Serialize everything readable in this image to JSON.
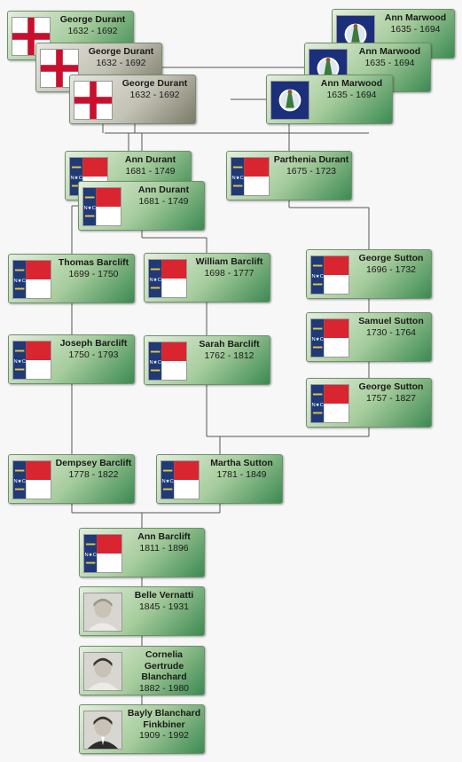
{
  "people": [
    {
      "id": "george1",
      "name": "George Durant",
      "dates": "1632 - 1692",
      "flag": "england-flag",
      "style": "g"
    },
    {
      "id": "ann_m1",
      "name": "Ann Marwood",
      "dates": "1635 - 1694",
      "flag": "virginia-flag",
      "style": "g"
    },
    {
      "id": "george2",
      "name": "George Durant",
      "dates": "1632 - 1692",
      "flag": "england-flag",
      "style": "gr"
    },
    {
      "id": "ann_m2",
      "name": "Ann Marwood",
      "dates": "1635 - 1694",
      "flag": "virginia-flag",
      "style": "g"
    },
    {
      "id": "george3",
      "name": "George Durant",
      "dates": "1632 - 1692",
      "flag": "england-flag",
      "style": "gr"
    },
    {
      "id": "ann_m3",
      "name": "Ann Marwood",
      "dates": "1635 - 1694",
      "flag": "virginia-flag",
      "style": "g"
    },
    {
      "id": "ann_d1",
      "name": "Ann Durant",
      "dates": "1681 - 1749",
      "flag": "north-carolina-flag",
      "style": "g"
    },
    {
      "id": "parthenia",
      "name": "Parthenia Durant",
      "dates": "1675 - 1723",
      "flag": "north-carolina-flag",
      "style": "g"
    },
    {
      "id": "ann_d2",
      "name": "Ann Durant",
      "dates": "1681 - 1749",
      "flag": "north-carolina-flag",
      "style": "g"
    },
    {
      "id": "thomas",
      "name": "Thomas Barclift",
      "dates": "1699 - 1750",
      "flag": "north-carolina-flag",
      "style": "g"
    },
    {
      "id": "william",
      "name": "William Barclift",
      "dates": "1698 - 1777",
      "flag": "north-carolina-flag",
      "style": "g"
    },
    {
      "id": "gsutton1",
      "name": "George Sutton",
      "dates": "1696 - 1732",
      "flag": "north-carolina-flag",
      "style": "g"
    },
    {
      "id": "samuel",
      "name": "Samuel Sutton",
      "dates": "1730 - 1764",
      "flag": "north-carolina-flag",
      "style": "g"
    },
    {
      "id": "joseph",
      "name": "Joseph Barclift",
      "dates": "1750 - 1793",
      "flag": "north-carolina-flag",
      "style": "g"
    },
    {
      "id": "sarah",
      "name": "Sarah Barclift",
      "dates": "1762 - 1812",
      "flag": "north-carolina-flag",
      "style": "g"
    },
    {
      "id": "gsutton2",
      "name": "George Sutton",
      "dates": "1757 - 1827",
      "flag": "north-carolina-flag",
      "style": "g"
    },
    {
      "id": "dempsey",
      "name": "Dempsey Barclift",
      "dates": "1778 - 1822",
      "flag": "north-carolina-flag",
      "style": "g"
    },
    {
      "id": "martha",
      "name": "Martha Sutton",
      "dates": "1781 - 1849",
      "flag": "north-carolina-flag",
      "style": "g"
    },
    {
      "id": "ann_b",
      "name": "Ann Barclift",
      "dates": "1811 - 1896",
      "flag": "north-carolina-flag",
      "style": "g"
    },
    {
      "id": "belle",
      "name": "Belle Vernatti",
      "dates": "1845 - 1931",
      "flag": "portrait-photo-woman-elderly",
      "style": "g"
    },
    {
      "id": "cornelia",
      "name": "Cornelia Gertrude Blanchard",
      "dates": "1882 - 1980",
      "flag": "portrait-photo-woman-young",
      "style": "g"
    },
    {
      "id": "bayly",
      "name": "Bayly Blanchard Finkbiner",
      "dates": "1909 - 1992",
      "flag": "portrait-photo-man",
      "style": "g"
    }
  ],
  "colors": {
    "box_green_light": "#e3eedc",
    "box_green_dark": "#3c8a52",
    "box_gray": "#7d7a68",
    "line": "#555555",
    "nc_blue": "#1f3a76",
    "nc_red": "#d92530",
    "va_blue": "#1c2f7a",
    "england_red": "#c8102e"
  }
}
